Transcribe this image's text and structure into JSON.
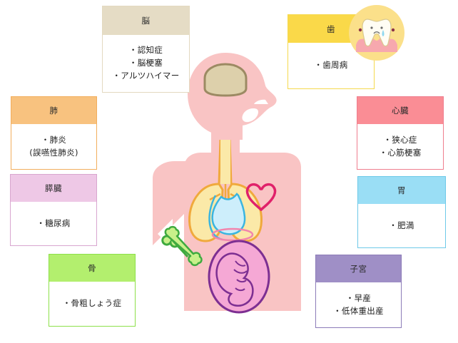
{
  "illustration": {
    "title": "human-body-periodontal-disease-risk-diagram",
    "body_figure": {
      "name": "pregnant-woman-silhouette",
      "skin_color": "#f9c4c4",
      "organs": [
        {
          "name": "brain",
          "color": "#ddd0ab",
          "outline": "#9c8a63"
        },
        {
          "name": "trachea",
          "color": "#fbe9a8",
          "outline": "#f0a93c"
        },
        {
          "name": "lungs",
          "color": "#fbe9a8",
          "outline": "#f0a93c"
        },
        {
          "name": "heart",
          "color": "#e0216a",
          "outline": "#e0216a"
        },
        {
          "name": "stomach",
          "color": "#cdeefb",
          "outline": "#3ab5e0"
        },
        {
          "name": "pancreas",
          "color": "#fbc7da",
          "outline": "#f285ad"
        },
        {
          "name": "uterus",
          "color": "#f5a8d5",
          "outline": "#7d2f92"
        },
        {
          "name": "bone",
          "color": "#c8f08a",
          "outline": "#3faa3f"
        }
      ]
    },
    "tooth_icon": {
      "name": "crying-tooth-icon",
      "circle_color": "#fbe08a",
      "tooth_color": "#fffdf4",
      "gum_color": "#f7a8ae",
      "tear_color": "#8ed8f0"
    }
  },
  "boxes": [
    {
      "id": "brain",
      "header": "脳",
      "header_color": "#e5dcc5",
      "border_color": "#e3d9c0",
      "items": [
        "・認知症",
        "・脳梗塞",
        "・アルツハイマー"
      ]
    },
    {
      "id": "teeth",
      "header": "歯",
      "header_color": "#fad949",
      "border_color": "#f5d94e",
      "items": [
        "・歯周病"
      ]
    },
    {
      "id": "lungs",
      "header": "肺",
      "header_color": "#f8c27f",
      "border_color": "#f2ae5d",
      "items": [
        "・肺炎",
        "(誤嚥性肺炎)"
      ]
    },
    {
      "id": "heart",
      "header": "心臓",
      "header_color": "#fa8d95",
      "border_color": "#ef7e8e",
      "items": [
        "・狭心症",
        "・心筋梗塞"
      ]
    },
    {
      "id": "pancreas",
      "header": "膵臓",
      "header_color": "#eec8e6",
      "border_color": "#d8a6cf",
      "items": [
        "・糖尿病"
      ]
    },
    {
      "id": "stomach",
      "header": "胃",
      "header_color": "#9adef5",
      "border_color": "#6ec9e8",
      "items": [
        "・肥満"
      ]
    },
    {
      "id": "bone",
      "header": "骨",
      "header_color": "#b3ef6e",
      "border_color": "#8de04a",
      "items": [
        "・骨粗しょう症"
      ]
    },
    {
      "id": "uterus",
      "header": "子宮",
      "header_color": "#9f8fc6",
      "border_color": "#8c7cb8",
      "items": [
        "・早産",
        "・低体重出産"
      ]
    }
  ]
}
